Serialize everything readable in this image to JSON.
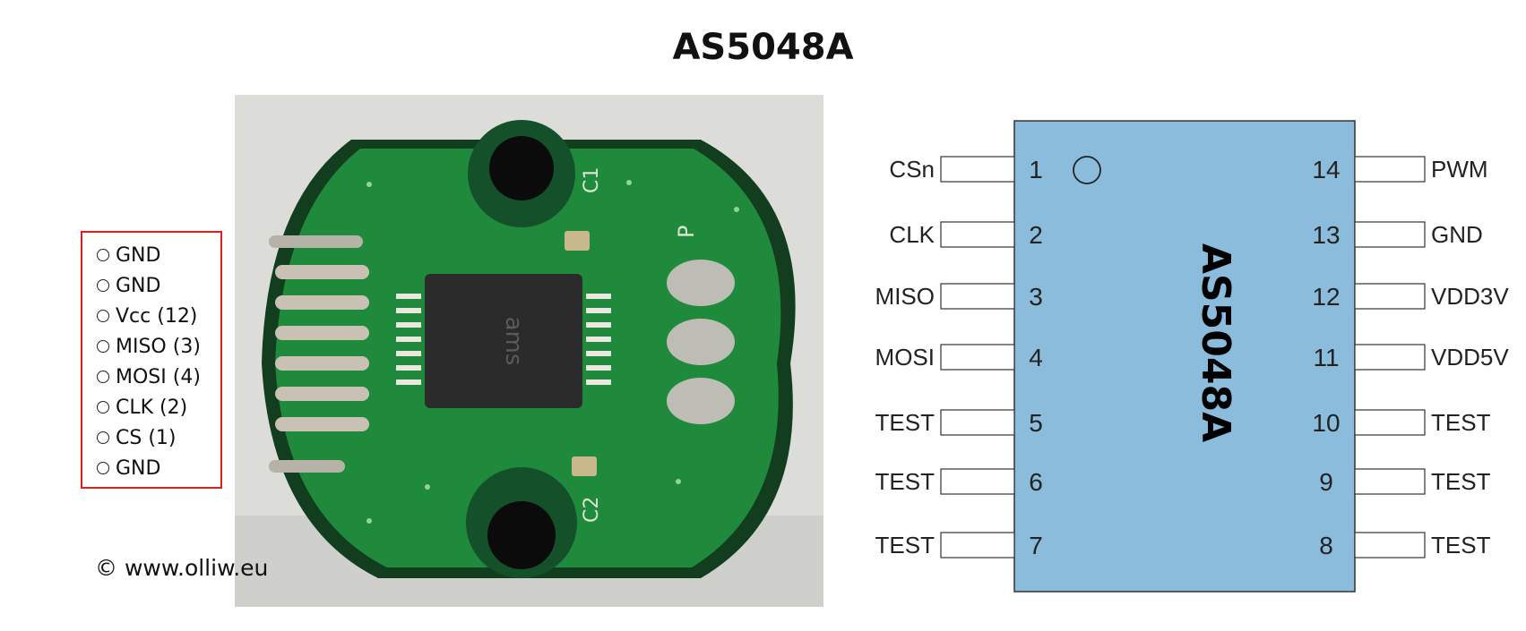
{
  "title": "AS5048A",
  "connector_pins": [
    {
      "label": "GND"
    },
    {
      "label": "GND"
    },
    {
      "label": "Vcc (12)"
    },
    {
      "label": "MISO (3)"
    },
    {
      "label": "MOSI (4)"
    },
    {
      "label": "CLK (2)"
    },
    {
      "label": "CS (1)"
    },
    {
      "label": "GND"
    }
  ],
  "copyright": "© www.olliw.eu",
  "pcb_markings": {
    "c1": "C1",
    "c2": "C2",
    "p": "P",
    "ic_text": "ams"
  },
  "chip": {
    "name": "AS5048A",
    "body_color": "#8bbcdc",
    "left_pins": [
      {
        "num": "1",
        "name": "CSn"
      },
      {
        "num": "2",
        "name": "CLK"
      },
      {
        "num": "3",
        "name": "MISO"
      },
      {
        "num": "4",
        "name": "MOSI"
      },
      {
        "num": "5",
        "name": "TEST"
      },
      {
        "num": "6",
        "name": "TEST"
      },
      {
        "num": "7",
        "name": "TEST"
      }
    ],
    "right_pins": [
      {
        "num": "14",
        "name": "PWM"
      },
      {
        "num": "13",
        "name": "GND"
      },
      {
        "num": "12",
        "name": "VDD3V"
      },
      {
        "num": "11",
        "name": "VDD5V"
      },
      {
        "num": "10",
        "name": "TEST"
      },
      {
        "num": "9",
        "name": "TEST"
      },
      {
        "num": "8",
        "name": "TEST"
      }
    ]
  }
}
